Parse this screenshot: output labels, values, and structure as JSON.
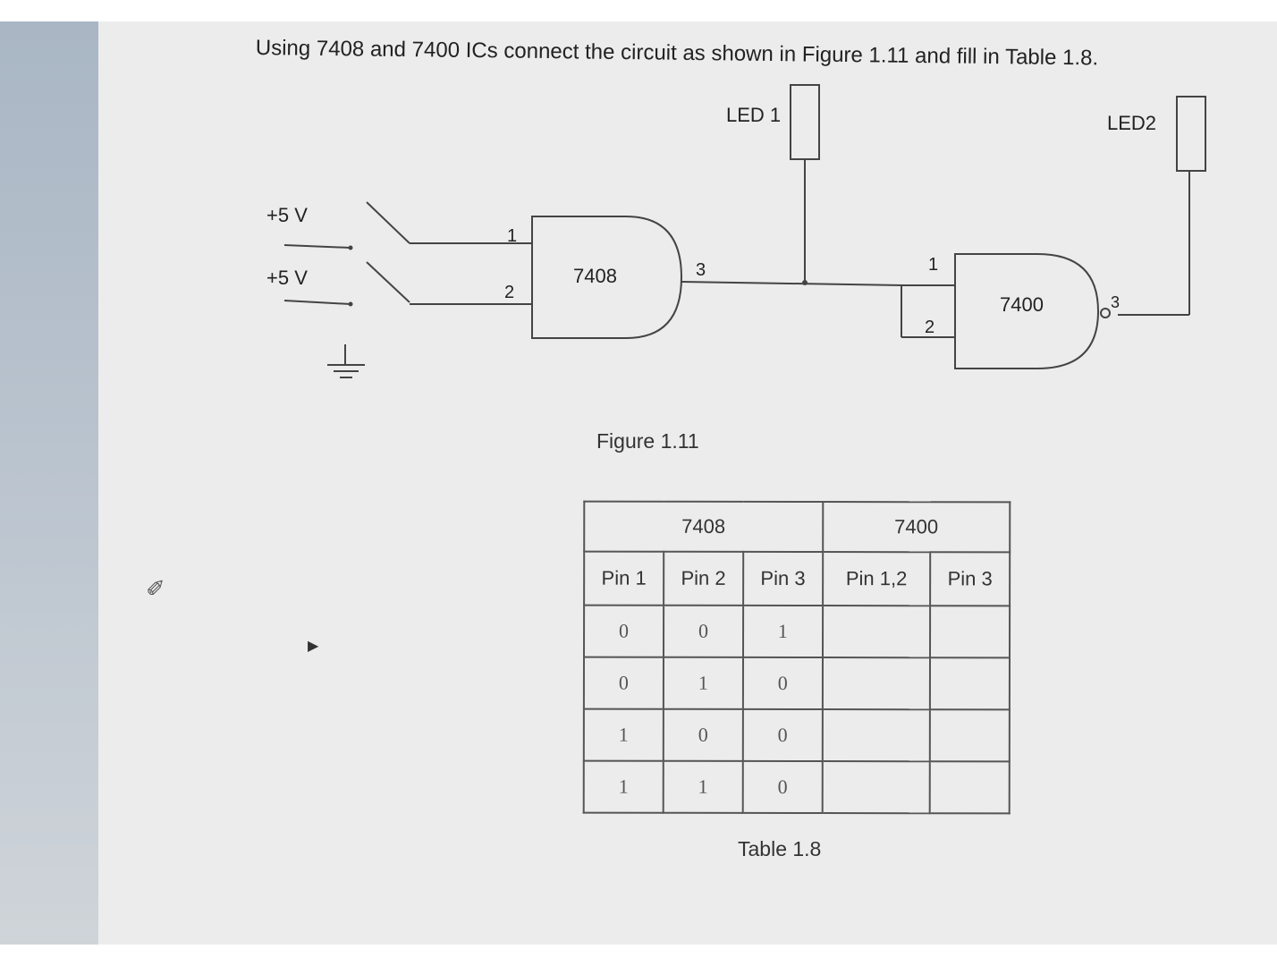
{
  "instruction": "Using 7408 and 7400 ICs connect the circuit as shown in Figure 1.11 and fill in Table 1.8.",
  "circuit": {
    "led1_label": "LED 1",
    "led2_label": "LED2",
    "supply1_label": "+5 V",
    "supply2_label": "+5 V",
    "gate1_label": "7408",
    "gate2_label": "7400",
    "gate1_pin_in1": "1",
    "gate1_pin_in2": "2",
    "gate1_pin_out": "3",
    "gate2_pin_in1": "1",
    "gate2_pin_in2": "2",
    "gate2_pin_out": "3"
  },
  "figure_caption": "Figure 1.11",
  "table": {
    "group_headers": [
      "7408",
      "7400"
    ],
    "columns": [
      "Pin 1",
      "Pin 2",
      "Pin 3",
      "Pin 1,2",
      "Pin 3"
    ],
    "rows": [
      [
        "0",
        "0",
        "1",
        "",
        ""
      ],
      [
        "0",
        "1",
        "0",
        "",
        ""
      ],
      [
        "1",
        "0",
        "0",
        "",
        ""
      ],
      [
        "1",
        "1",
        "0",
        "",
        ""
      ]
    ]
  },
  "table_caption": "Table 1.8",
  "icons": [
    "pin-cursor-icon",
    "triangle-arrow-icon",
    "ground-icon"
  ]
}
